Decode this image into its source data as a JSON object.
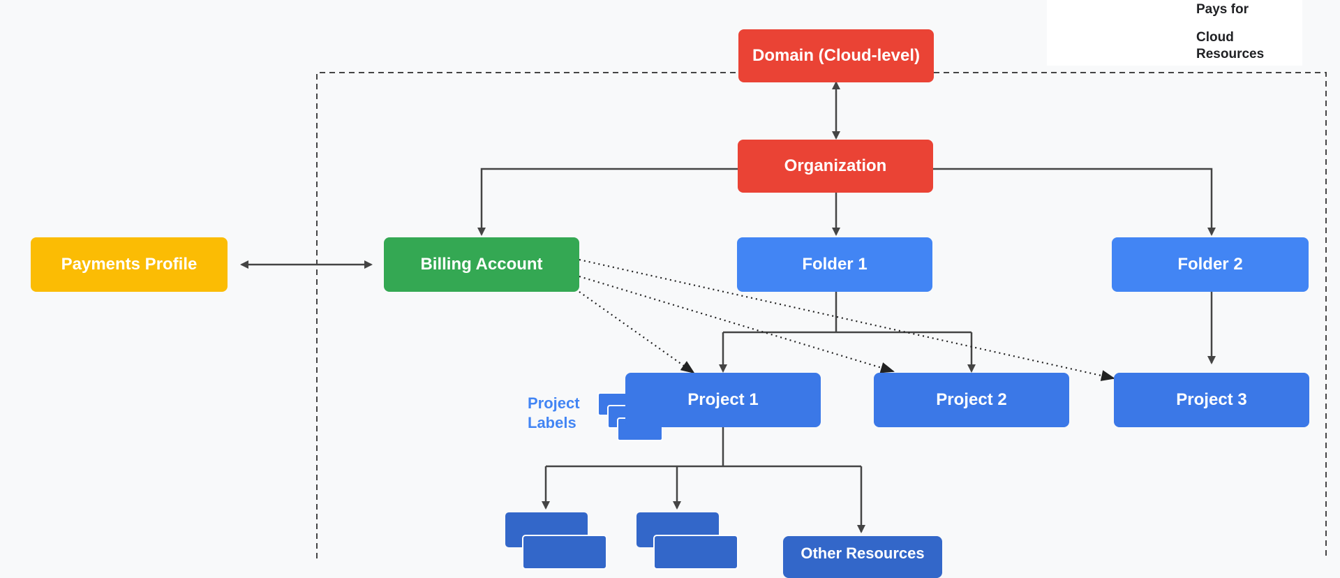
{
  "nodes": {
    "domain": "Domain (Cloud-level)",
    "organization": "Organization",
    "payments_profile": "Payments Profile",
    "billing_account": "Billing Account",
    "folder1": "Folder 1",
    "folder2": "Folder 2",
    "project1": "Project 1",
    "project2": "Project 2",
    "project3": "Project 3",
    "other_resources": "Other Resources"
  },
  "project_labels": {
    "line1": "Project",
    "line2": "Labels"
  },
  "legend": {
    "dotted": "Pays for",
    "dashed_line1": "Cloud",
    "dashed_line2": "Resources"
  },
  "colors": {
    "red": "#ea4335",
    "yellow": "#fbbc04",
    "green": "#34a853",
    "blue": "#4285f4",
    "line": "#444444"
  }
}
